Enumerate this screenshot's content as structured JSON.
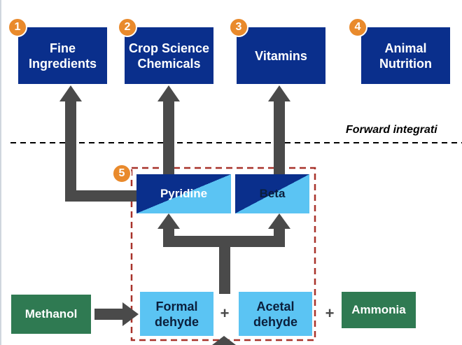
{
  "nodes": {
    "fine_ingredients": {
      "number": "1",
      "label": "Fine Ingredients"
    },
    "crop_science": {
      "number": "2",
      "label": "Crop Science Chemicals"
    },
    "vitamins": {
      "number": "3",
      "label": "Vitamins"
    },
    "animal_nutrition": {
      "number": "4",
      "label": "Animal Nutrition"
    },
    "pyridine": {
      "label": "Pyridine"
    },
    "beta": {
      "label": "Beta"
    },
    "formaldehyde": {
      "label": "Formal dehyde"
    },
    "acetaldehyde": {
      "label": "Acetal dehyde"
    },
    "methanol": {
      "label": "Methanol"
    },
    "ammonia": {
      "label": "Ammonia"
    }
  },
  "group": {
    "number": "5"
  },
  "divider": {
    "label": "Forward integrati"
  },
  "operators": {
    "plus_left": "+",
    "plus_right": "+"
  },
  "colors": {
    "navy": "#0a2f8c",
    "light_blue": "#5bc4f3",
    "green": "#2f7a52",
    "arrow_gray": "#4a4a4a",
    "badge_orange": "#e98a2c",
    "group_border": "#a8322a"
  }
}
